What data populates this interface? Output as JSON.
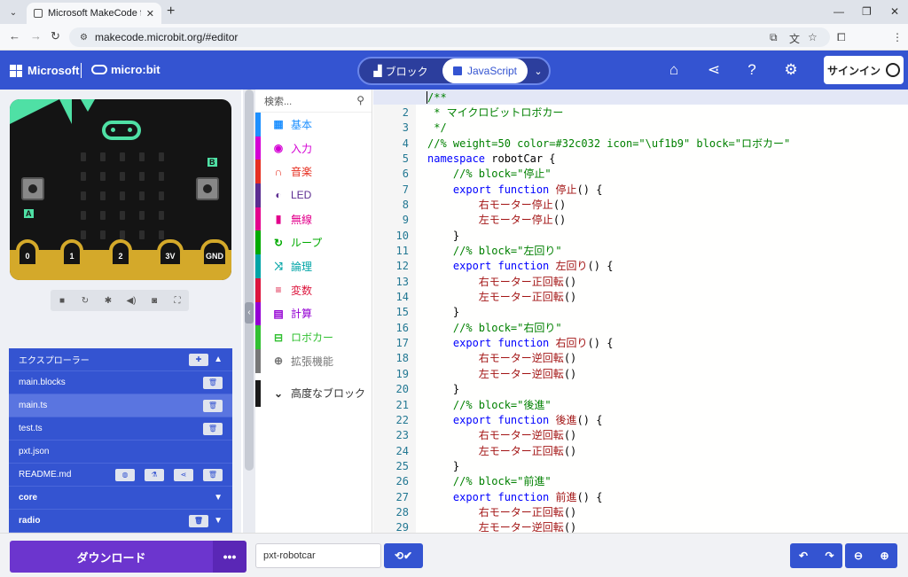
{
  "browser": {
    "tab_title": "Microsoft MakeCode for micro:",
    "url": "makecode.microbit.org/#editor"
  },
  "header": {
    "microsoft_label": "Microsoft",
    "microbit_label": "micro:bit",
    "blocks_label": "ブロック",
    "javascript_label": "JavaScript",
    "signin_label": "サインイン",
    "accent_color": "#3454d1"
  },
  "simulator": {
    "pins": [
      "0",
      "1",
      "2",
      "3V",
      "GND"
    ],
    "button_a": "A",
    "button_b": "B"
  },
  "explorer": {
    "title": "エクスプローラー",
    "files": [
      {
        "name": "main.blocks"
      },
      {
        "name": "main.ts",
        "selected": true
      },
      {
        "name": "test.ts"
      },
      {
        "name": "pxt.json"
      },
      {
        "name": "README.md"
      },
      {
        "name": "core"
      },
      {
        "name": "radio"
      }
    ]
  },
  "toolbox": {
    "search_placeholder": "検索...",
    "categories": [
      {
        "label": "基本",
        "color": "#1e90ff",
        "icon": "grid-icon"
      },
      {
        "label": "入力",
        "color": "#d400d4",
        "icon": "target-icon"
      },
      {
        "label": "音楽",
        "color": "#e63022",
        "icon": "headphones-icon"
      },
      {
        "label": "LED",
        "color": "#5c2d91",
        "icon": "toggle-icon"
      },
      {
        "label": "無線",
        "color": "#e3008c",
        "icon": "signal-icon"
      },
      {
        "label": "ループ",
        "color": "#00aa00",
        "icon": "refresh-icon"
      },
      {
        "label": "論理",
        "color": "#00a4a6",
        "icon": "shuffle-icon"
      },
      {
        "label": "変数",
        "color": "#dc143c",
        "icon": "list-icon"
      },
      {
        "label": "計算",
        "color": "#9400d3",
        "icon": "calculator-icon"
      },
      {
        "label": "ロボカー",
        "color": "#32c032",
        "icon": "car-icon"
      },
      {
        "label": "拡張機能",
        "color": "#777777",
        "icon": "plus-circle-icon"
      }
    ],
    "advanced_label": "高度なブロック"
  },
  "editor": {
    "lines": [
      [
        {
          "t": "/**",
          "c": "com"
        }
      ],
      [
        {
          "t": " * マイクロビットロボカー",
          "c": "com"
        }
      ],
      [
        {
          "t": " */",
          "c": "com"
        }
      ],
      [
        {
          "t": "//% weight=50 color=#32c032 icon=\"\\uf1b9\" block=\"ロボカー\"",
          "c": "com"
        }
      ],
      [
        {
          "t": "namespace",
          "c": "kw"
        },
        {
          "t": " robotCar {",
          "c": "pl"
        }
      ],
      [
        {
          "t": "    //% block=\"停止\"",
          "c": "com"
        }
      ],
      [
        {
          "t": "    export function",
          "c": "kw"
        },
        {
          "t": " 停止",
          "c": "id"
        },
        {
          "t": "() {",
          "c": "pl"
        }
      ],
      [
        {
          "t": "        右モーター停止",
          "c": "id"
        },
        {
          "t": "()",
          "c": "pl"
        }
      ],
      [
        {
          "t": "        左モーター停止",
          "c": "id"
        },
        {
          "t": "()",
          "c": "pl"
        }
      ],
      [
        {
          "t": "    }",
          "c": "pl"
        }
      ],
      [
        {
          "t": "    //% block=\"左回り\"",
          "c": "com"
        }
      ],
      [
        {
          "t": "    export function",
          "c": "kw"
        },
        {
          "t": " 左回り",
          "c": "id"
        },
        {
          "t": "() {",
          "c": "pl"
        }
      ],
      [
        {
          "t": "        右モーター正回転",
          "c": "id"
        },
        {
          "t": "()",
          "c": "pl"
        }
      ],
      [
        {
          "t": "        左モーター正回転",
          "c": "id"
        },
        {
          "t": "()",
          "c": "pl"
        }
      ],
      [
        {
          "t": "    }",
          "c": "pl"
        }
      ],
      [
        {
          "t": "    //% block=\"右回り\"",
          "c": "com"
        }
      ],
      [
        {
          "t": "    export function",
          "c": "kw"
        },
        {
          "t": " 右回り",
          "c": "id"
        },
        {
          "t": "() {",
          "c": "pl"
        }
      ],
      [
        {
          "t": "        右モーター逆回転",
          "c": "id"
        },
        {
          "t": "()",
          "c": "pl"
        }
      ],
      [
        {
          "t": "        左モーター逆回転",
          "c": "id"
        },
        {
          "t": "()",
          "c": "pl"
        }
      ],
      [
        {
          "t": "    }",
          "c": "pl"
        }
      ],
      [
        {
          "t": "    //% block=\"後進\"",
          "c": "com"
        }
      ],
      [
        {
          "t": "    export function",
          "c": "kw"
        },
        {
          "t": " 後進",
          "c": "id"
        },
        {
          "t": "() {",
          "c": "pl"
        }
      ],
      [
        {
          "t": "        右モーター逆回転",
          "c": "id"
        },
        {
          "t": "()",
          "c": "pl"
        }
      ],
      [
        {
          "t": "        左モーター正回転",
          "c": "id"
        },
        {
          "t": "()",
          "c": "pl"
        }
      ],
      [
        {
          "t": "    }",
          "c": "pl"
        }
      ],
      [
        {
          "t": "    //% block=\"前進\"",
          "c": "com"
        }
      ],
      [
        {
          "t": "    export function",
          "c": "kw"
        },
        {
          "t": " 前進",
          "c": "id"
        },
        {
          "t": "() {",
          "c": "pl"
        }
      ],
      [
        {
          "t": "        右モーター正回転",
          "c": "id"
        },
        {
          "t": "()",
          "c": "pl"
        }
      ],
      [
        {
          "t": "        左モーター逆回転",
          "c": "id"
        },
        {
          "t": "()",
          "c": "pl"
        }
      ]
    ]
  },
  "footer": {
    "download_label": "ダウンロード",
    "more_label": "•••",
    "project_name": "pxt-robotcar"
  }
}
